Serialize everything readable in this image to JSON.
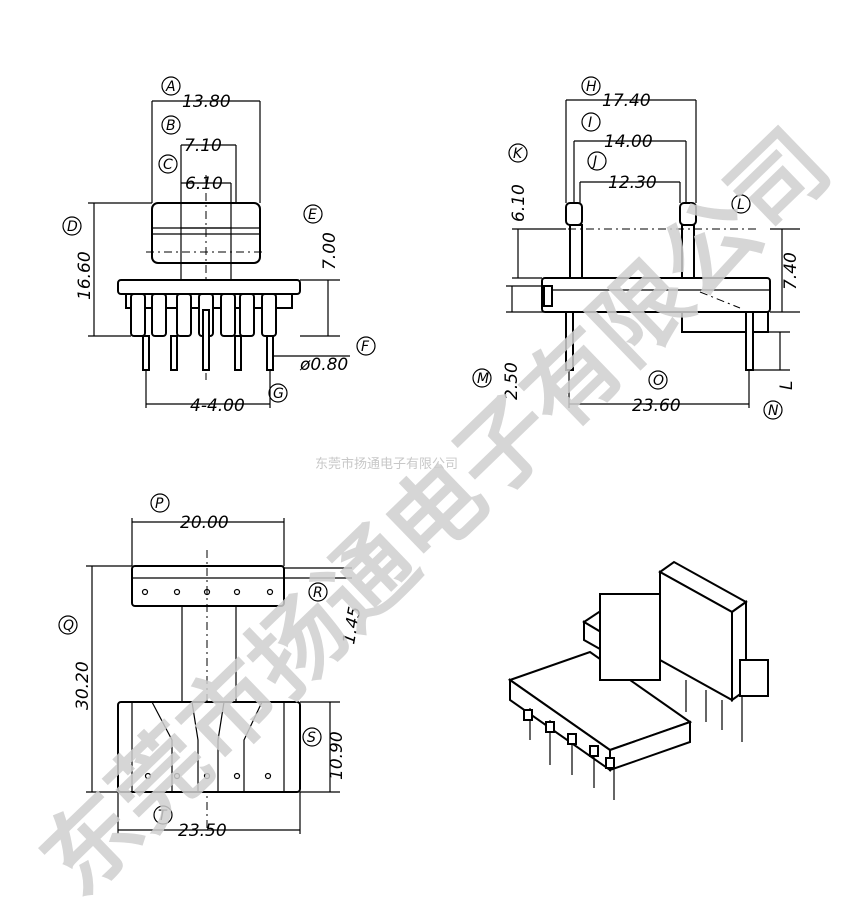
{
  "company_text": "东莞市扬通电子有限公司",
  "watermark_text": "东莞市扬通电子有限公司",
  "labels": {
    "A": "A",
    "B": "B",
    "C": "C",
    "D": "D",
    "E": "E",
    "F": "F",
    "G": "G",
    "H": "H",
    "I": "I",
    "J": "J",
    "K": "K",
    "L": "L",
    "M": "M",
    "N": "N",
    "O": "O",
    "P": "P",
    "Q": "Q",
    "R": "R",
    "S": "S",
    "T": "T"
  },
  "dims": {
    "A": "13.80",
    "B": "7.10",
    "C": "6.10",
    "D": "16.60",
    "E": "7.00",
    "F": "ø0.80",
    "G": "4-4.00",
    "H": "17.40",
    "I": "14.00",
    "J": "12.30",
    "K": "6.10",
    "L_side": "7.40",
    "M": "2.50",
    "N": "L",
    "O": "23.60",
    "P": "20.00",
    "Q": "30.20",
    "R": "1.45",
    "S": "10.90",
    "T": "23.50"
  }
}
